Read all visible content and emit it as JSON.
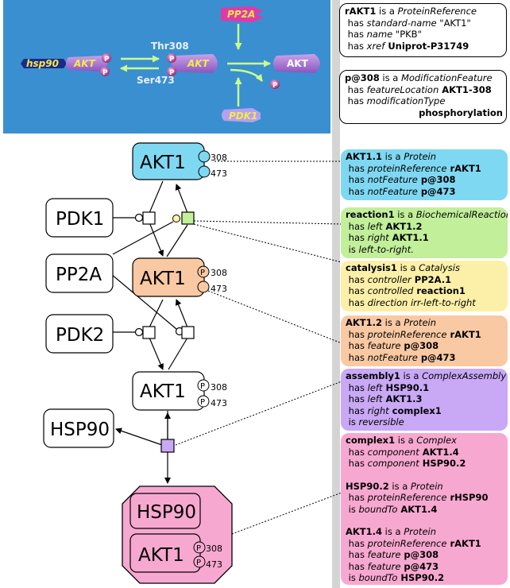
{
  "panel": {
    "photo": {
      "hsp90": "hsp90",
      "akt": "AKT",
      "pp2a": "PP2A",
      "pdk1": "PDK1",
      "thr308": "Thr308",
      "ser473": "Ser473",
      "p": "P"
    },
    "diagram": {
      "akt_top": "AKT1",
      "akt_mid": "AKT1",
      "akt_low": "AKT1",
      "akt_complex": "AKT1",
      "pdk1": "PDK1",
      "pp2a": "PP2A",
      "pdk2": "PDK2",
      "hsp90": "HSP90",
      "hsp90_complex": "HSP90",
      "site308": "308",
      "site473": "473",
      "p": "P"
    }
  },
  "colors": {
    "photo_bg": "#3a8fd0",
    "protein_cyan": "#7fd8f2",
    "protein_orange": "#f9c9a3",
    "reaction_green": "#c2ef9a",
    "assembly_purple": "#c9a8f5",
    "complex_pink": "#f7a8d0",
    "catalysis_yellow": "#fcf0a8",
    "sidebar_grey": "#d4d4d4"
  },
  "boxes": {
    "rakt1": {
      "l1_b": "rAKT1",
      "l1_t": " is a ",
      "l1_i": "ProteinReference",
      "l2_t": "has ",
      "l2_i": "standard-name",
      "l2_v": " \"AKT1\"",
      "l3_t": "has ",
      "l3_i": "name",
      "l3_v": " \"PKB\"",
      "l4_t": "has ",
      "l4_i": "xref",
      "l4_b": " Uniprot-P31749"
    },
    "p308": {
      "l1_b": "p@308",
      "l1_t": " is a ",
      "l1_i": "ModificationFeature",
      "l2_t": "has ",
      "l2_i": "featureLocation",
      "l2_b": " AKT1-308",
      "l3_t": "has ",
      "l3_i": "modificationType",
      "l4_b": "phosphorylation"
    },
    "akt11": {
      "l1_b": "AKT1.1",
      "l1_t": " is a ",
      "l1_i": "Protein",
      "l2_t": "has ",
      "l2_i": "proteinReference",
      "l2_b": " rAKT1",
      "l3_t": "has ",
      "l3_i": "notFeature",
      "l3_b": " p@308",
      "l4_t": "has ",
      "l4_i": "notFeature",
      "l4_b": " p@473"
    },
    "reaction1": {
      "l1_b": "reaction1",
      "l1_t": " is a ",
      "l1_i": "BiochemicalReaction",
      "l2_t": "has ",
      "l2_i": "left",
      "l2_b": " AKT1.2",
      "l3_t": "has ",
      "l3_i": "right",
      "l3_b": " AKT1.1",
      "l4_t": "is ",
      "l4_i": "left-to-right."
    },
    "catalysis1": {
      "l1_b": "catalysis1",
      "l1_t": " is a ",
      "l1_i": "Catalysis",
      "l2_t": "has ",
      "l2_i": "controller",
      "l2_b": " PP2A.1",
      "l3_t": "has ",
      "l3_i": "controlled",
      "l3_b": " reaction1",
      "l4_t": "has ",
      "l4_i": "direction",
      "l4_v": " irr-left-to-right"
    },
    "akt12": {
      "l1_b": "AKT1.2",
      "l1_t": " is a ",
      "l1_i": "Protein",
      "l2_t": "has ",
      "l2_i": "proteinReference",
      "l2_b": " rAKT1",
      "l3_t": "has ",
      "l3_i": "feature",
      "l3_b": " p@308",
      "l4_t": "has ",
      "l4_i": "notFeature",
      "l4_b": " p@473"
    },
    "assembly1": {
      "l1_b": "assembly1",
      "l1_t": " is a ",
      "l1_i": "ComplexAssembly",
      "l2_t": "has ",
      "l2_i": "left",
      "l2_b": " HSP90.1",
      "l3_t": "has ",
      "l3_i": "left",
      "l3_b": " AKT1.3",
      "l4_t": "has ",
      "l4_i": "right",
      "l4_b": " complex1",
      "l5_t": "is ",
      "l5_i": "reversible"
    },
    "complex1": {
      "l1_b": "complex1",
      "l1_t": " is a ",
      "l1_i": "Complex",
      "l2_t": "has ",
      "l2_i": "component",
      "l2_b": " AKT1.4",
      "l3_t": "has ",
      "l3_i": "component",
      "l3_b": " HSP90.2",
      "l4_b": "HSP90.2",
      "l4_t": " is a ",
      "l4_i": "Protein",
      "l5_t": "has ",
      "l5_i": "proteinReference",
      "l5_b": " rHSP90",
      "l6_t": "is ",
      "l6_i": "boundTo",
      "l6_b": " AKT1.4",
      "l7_b": "AKT1.4",
      "l7_t": " is a ",
      "l7_i": "Protein",
      "l8_t": "has ",
      "l8_i": "proteinReference",
      "l8_b": " rAKT1",
      "l9_t": "has ",
      "l9_i": "feature",
      "l9_b": " p@308",
      "l10_t": "has ",
      "l10_i": "feature",
      "l10_b": " p@473",
      "l11_t": "is ",
      "l11_i": "boundTo",
      "l11_b": " HSP90.2"
    }
  }
}
